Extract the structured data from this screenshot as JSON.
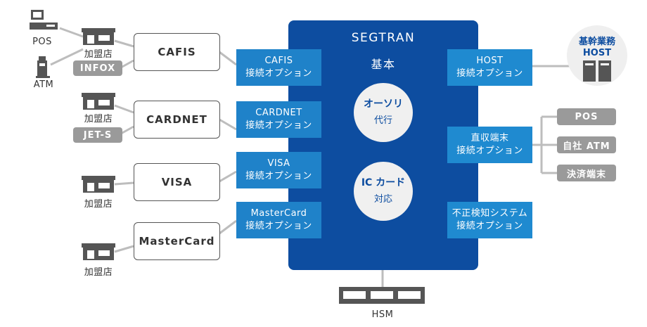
{
  "colors": {
    "core": "#0d4da0",
    "option": "#1f82c9",
    "pill": "#9a9a9a",
    "line": "#b8b8b8"
  },
  "core": {
    "title": "SEGTRAN",
    "subtitle": "基本"
  },
  "circles": [
    {
      "line1": "オーソリ",
      "line2": "代行"
    },
    {
      "line1": "IC カード",
      "line2": "対応"
    }
  ],
  "left_options": [
    {
      "line1": "CAFIS",
      "line2": "接続オプション"
    },
    {
      "line1": "CARDNET",
      "line2": "接続オプション"
    },
    {
      "line1": "VISA",
      "line2": "接続オプション"
    },
    {
      "line1": "MasterCard",
      "line2": "接続オプション"
    }
  ],
  "right_options": [
    {
      "line1": "HOST",
      "line2": "接続オプション"
    },
    {
      "line1": "直収端末",
      "line2": "接続オプション"
    },
    {
      "line1": "不正検知システム",
      "line2": "接続オプション"
    }
  ],
  "networks": [
    "CAFIS",
    "CARDNET",
    "VISA",
    "MasterCard"
  ],
  "pills": {
    "infox": "INFOX",
    "jets": "JET-S"
  },
  "labels": {
    "pos": "POS",
    "atm": "ATM",
    "store": "加盟店",
    "hsm": "HSM"
  },
  "host": {
    "line1": "基幹業務",
    "line2": "HOST"
  },
  "terminals": [
    "POS",
    "自社 ATM",
    "決済端末"
  ]
}
